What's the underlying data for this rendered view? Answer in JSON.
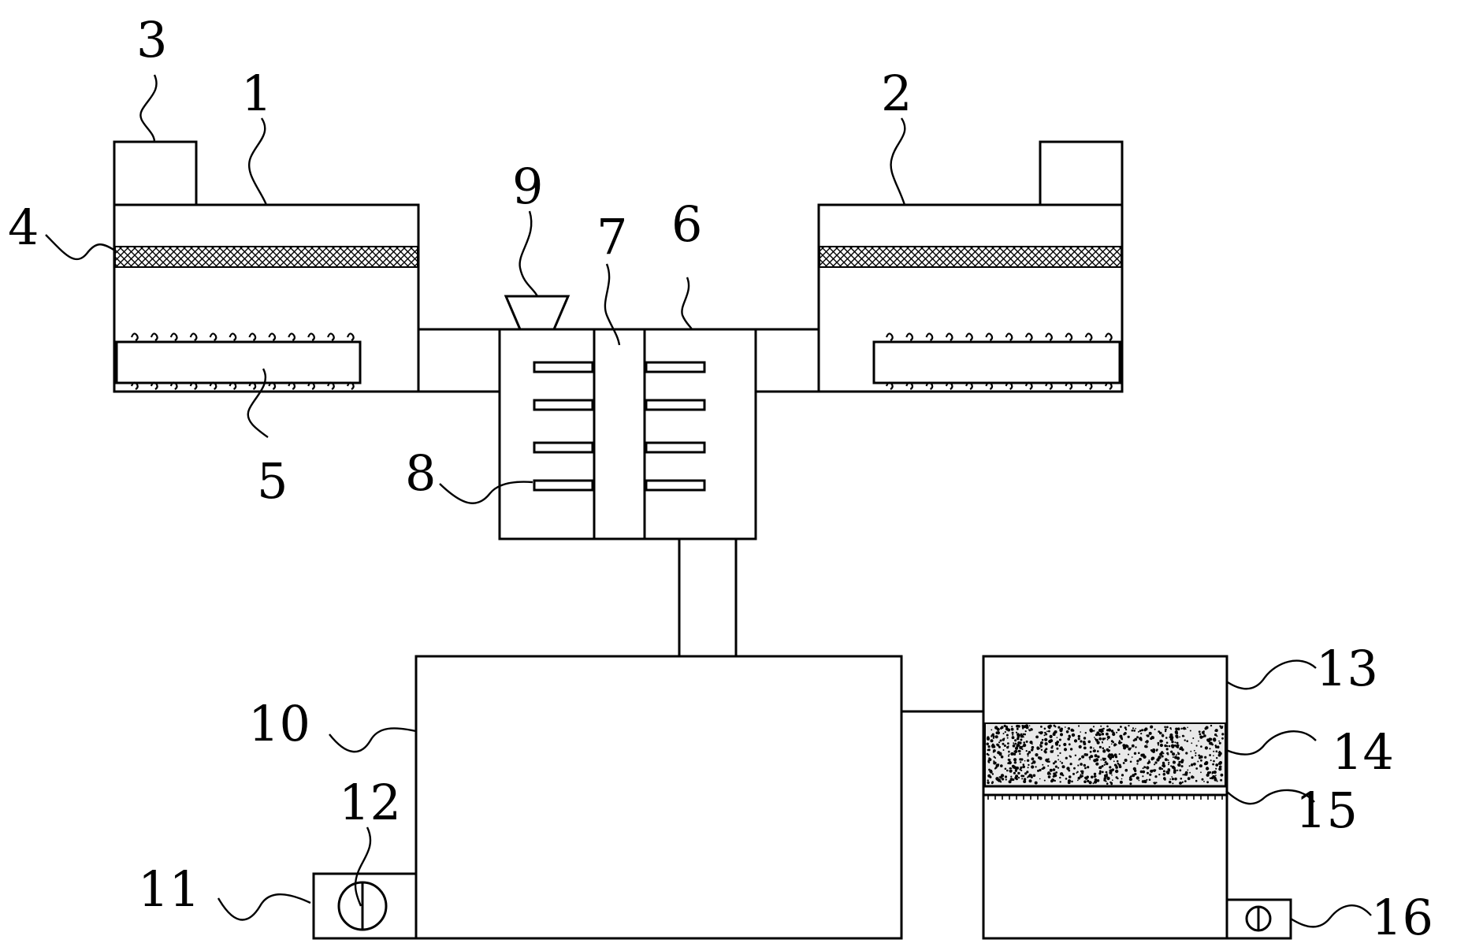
{
  "labels": {
    "l1": "1",
    "l2": "2",
    "l3": "3",
    "l4": "4",
    "l5": "5",
    "l6": "6",
    "l7": "7",
    "l8": "8",
    "l9": "9",
    "l10": "10",
    "l11": "11",
    "l12": "12",
    "l13": "13",
    "l14": "14",
    "l15": "15",
    "l16": "16"
  },
  "colors": {
    "stroke": "#000000",
    "background": "#ffffff"
  }
}
